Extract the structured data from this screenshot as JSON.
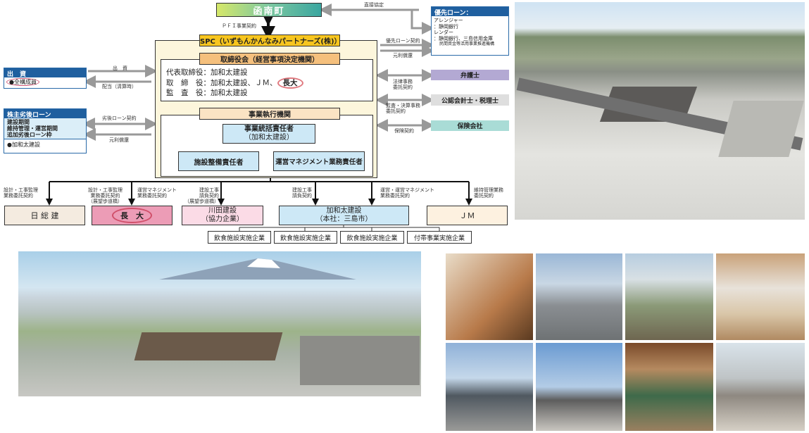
{
  "diagram": {
    "town": "函南町",
    "pfi_contract": "ＰＦＩ事業契約",
    "direct_agreement": "直接協定",
    "spc_title": "SPC（いずもんかんなみパートナーズ(株)）",
    "board_title": "取締役会（経営事項決定機関）",
    "board_lines": [
      "代表取締役：加和太建設",
      "取　締　役：加和太建設、ＪＭ、",
      "監　査　役：加和太建設"
    ],
    "board_highlight": "長大",
    "exec_title": "事業執行機関",
    "exec_lead": "事業統括責任者",
    "exec_lead_sub": "（加和太建設）",
    "facility_lead": "施設整備責任者",
    "ops_lead": "運営マネジメント業務責任者",
    "equity": {
      "title": "出　資",
      "member": "●全構成員",
      "arrow_out": "出　資",
      "arrow_in": "配当（清算時）"
    },
    "sub_loan": {
      "title": "株主劣後ローン",
      "lines": [
        "建設期間",
        "維持管理・運営期間",
        "追加劣後ローン枠"
      ],
      "member": "●加和太建設",
      "arrow_out": "劣後ローン契約",
      "arrow_in": "元利償還"
    },
    "senior_loan": {
      "title": "優先ローン：",
      "lines": [
        "アレンジャー",
        "：静岡銀行",
        "レンダー",
        "：静岡銀行、三島信用金庫",
        "民間資金等活用事業推進機構"
      ],
      "arrow_out": "優先ローン契約",
      "arrow_in": "元利償還"
    },
    "lawyer": {
      "label": "弁護士",
      "contract": [
        "法律事務",
        "委託契約"
      ]
    },
    "accountant": {
      "label": "公認会計士・税理士",
      "contract": [
        "監査・決算事務",
        "委託契約"
      ]
    },
    "insurance": {
      "label": "保険会社",
      "contract": [
        "保険契約"
      ]
    },
    "contracts": [
      [
        "設計・工事監理",
        "業務委託契約"
      ],
      [
        "設計・工事監理",
        "業務委託契約",
        "（展望歩道橋）"
      ],
      [
        "運営マネジメント",
        "業務委託契約"
      ],
      [
        "建設工事",
        "請負契約",
        "（展望歩道橋）"
      ],
      [
        "建設工事",
        "請負契約"
      ],
      [
        "運営・運営マネジメント",
        "業務委託契約"
      ],
      [
        "維持管理業務",
        "委託契約"
      ]
    ],
    "companies": [
      {
        "name": "日 総 建"
      },
      {
        "name": "長　大"
      },
      {
        "name": "川田建設",
        "sub": "（協力企業）"
      },
      {
        "name": "加和太建設",
        "sub": "（本社：三島市）"
      },
      {
        "name": "ＪＭ"
      }
    ],
    "subcontractors": [
      "飲食施設実施企業",
      "飲食施設実施企業",
      "飲食施設実施企業",
      "付帯事業実施企業"
    ]
  }
}
